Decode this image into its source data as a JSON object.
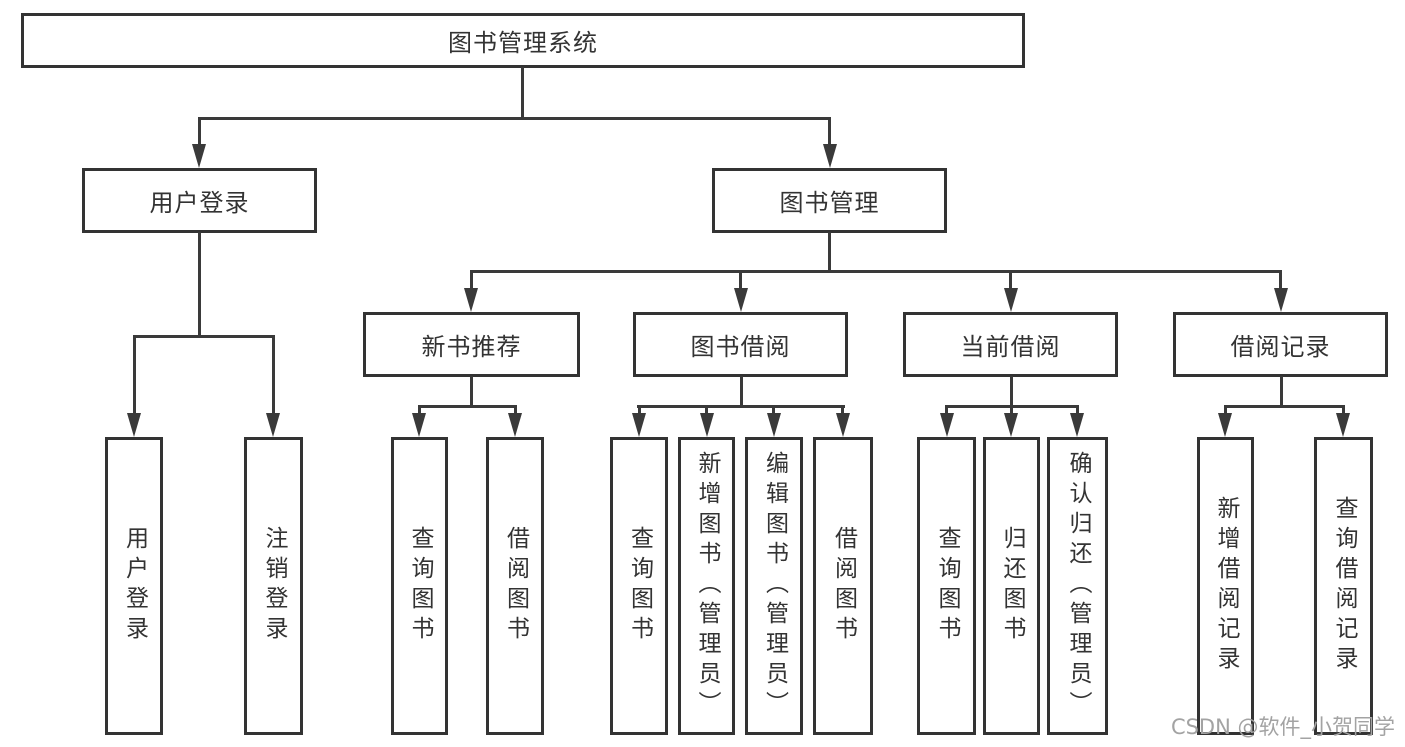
{
  "diagram": {
    "root": {
      "label": "图书管理系统"
    },
    "branches": [
      {
        "label": "用户登录",
        "children": [
          {
            "label": "用户登录"
          },
          {
            "label": "注销登录"
          }
        ]
      },
      {
        "label": "图书管理",
        "children": [
          {
            "label": "新书推荐",
            "children": [
              {
                "label": "查询图书"
              },
              {
                "label": "借阅图书"
              }
            ]
          },
          {
            "label": "图书借阅",
            "children": [
              {
                "label": "查询图书"
              },
              {
                "label": "新增图书（管理员）"
              },
              {
                "label": "编辑图书（管理员）"
              },
              {
                "label": "借阅图书"
              }
            ]
          },
          {
            "label": "当前借阅",
            "children": [
              {
                "label": "查询图书"
              },
              {
                "label": "归还图书"
              },
              {
                "label": "确认归还（管理员）"
              }
            ]
          },
          {
            "label": "借阅记录",
            "children": [
              {
                "label": "新增借阅记录"
              },
              {
                "label": "查询借阅记录"
              }
            ]
          }
        ]
      }
    ]
  },
  "watermark": {
    "text": "CSDN @软件_小贺同学"
  },
  "colors": {
    "line": "#3a3a3a",
    "border": "#333333",
    "text": "#333333",
    "watermark": "#a3a3a3",
    "bg": "#ffffff"
  }
}
